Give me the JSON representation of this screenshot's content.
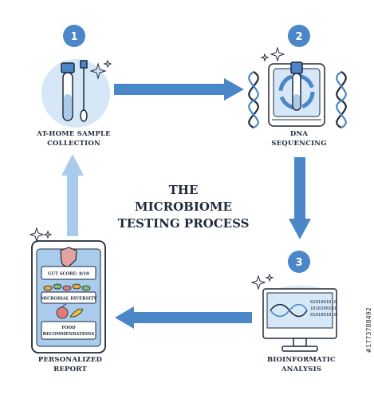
{
  "title": [
    "THE",
    "MICROBIOME",
    "TESTING PROCESS"
  ],
  "steps": [
    {
      "number": "1",
      "caption": [
        "AT-HOME SAMPLE",
        "COLLECTION"
      ]
    },
    {
      "number": "2",
      "caption": [
        "DNA",
        "SEQUENCING"
      ]
    },
    {
      "number": "3",
      "caption": [
        "BIOINFORMATIC",
        "ANALYSIS"
      ]
    },
    {
      "number": "",
      "caption": [
        "PERSONALIZED",
        "REPORT"
      ]
    }
  ],
  "report": {
    "gut_score": "GUT SCORE: 8/10",
    "diversity": "MICROBIAL DIVERSITY",
    "food": [
      "FOOD",
      "RECOMMENDATIONS"
    ]
  },
  "monitor_binary": [
    "0101001010",
    "1010100101",
    "0101001010"
  ],
  "watermark": "#1773788492",
  "colors": {
    "primary": "#4a86c8",
    "light": "#a9cbec",
    "pale": "#d6e7f7",
    "outline": "#1f2a3a"
  }
}
